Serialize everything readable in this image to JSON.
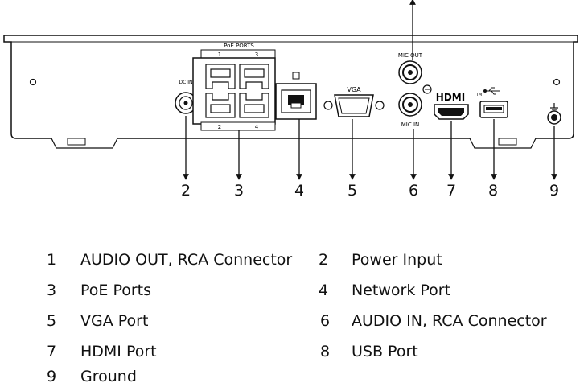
{
  "panel_labels": {
    "poe_ports": "PoE PORTS",
    "port_1": "1",
    "port_2": "2",
    "port_3": "3",
    "port_4": "4",
    "dc_in": "DC IN",
    "vga": "VGA",
    "mic_out": "MIC OUT",
    "mic_in": "MIC IN",
    "hdmi": "HDMI",
    "tm": "TM"
  },
  "callouts": [
    "2",
    "3",
    "4",
    "5",
    "6",
    "7",
    "8",
    "9"
  ],
  "legend": [
    {
      "num": "1",
      "label": "AUDIO OUT, RCA Connector"
    },
    {
      "num": "2",
      "label": "Power Input"
    },
    {
      "num": "3",
      "label": "PoE Ports"
    },
    {
      "num": "4",
      "label": "Network Port"
    },
    {
      "num": "5",
      "label": "VGA Port"
    },
    {
      "num": "6",
      "label": "AUDIO IN, RCA Connector"
    },
    {
      "num": "7",
      "label": "HDMI Port"
    },
    {
      "num": "8",
      "label": "USB Port"
    },
    {
      "num": "9",
      "label": "Ground"
    }
  ]
}
